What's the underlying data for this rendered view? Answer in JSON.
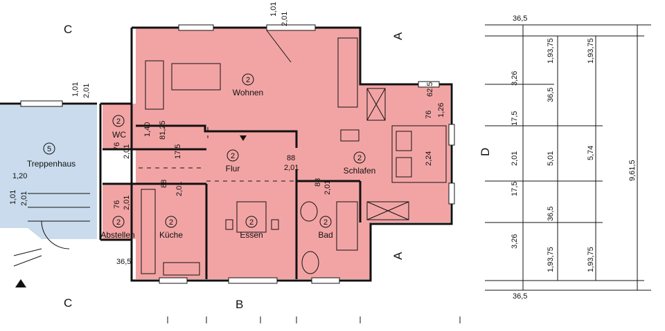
{
  "rooms": [
    {
      "id": "wohnen",
      "number": "2",
      "name": "Wohnen"
    },
    {
      "id": "wc",
      "number": "2",
      "name": "WC"
    },
    {
      "id": "treppenhaus",
      "number": "5",
      "name": "Treppenhaus"
    },
    {
      "id": "flur",
      "number": "2",
      "name": "Flur"
    },
    {
      "id": "schlafen",
      "number": "2",
      "name": "Schlafen"
    },
    {
      "id": "abstellen",
      "number": "2",
      "name": "Abstellen"
    },
    {
      "id": "kueche",
      "number": "2",
      "name": "Küche"
    },
    {
      "id": "essen",
      "number": "2",
      "name": "Essen"
    },
    {
      "id": "bad",
      "number": "2",
      "name": "Bad"
    }
  ],
  "section_markers": {
    "a": "A",
    "b": "B",
    "c": "C",
    "d": "D"
  },
  "openings": {
    "wohnen_window": [
      "1,01",
      "2,01"
    ],
    "treppe_window": [
      "1,01",
      "2,01"
    ],
    "flur_door": [
      "88",
      "2,01"
    ],
    "kueche_door": [
      "88",
      "2,01"
    ],
    "bad_door": [
      "88",
      "2,01"
    ],
    "wc_door": [
      "76",
      "2,01"
    ],
    "abst_door": [
      "76",
      "2,01"
    ],
    "stair_window": [
      "1,01",
      "2,01"
    ],
    "stair_width": "1,20"
  },
  "small_dims": {
    "wohnen_1": "1,40",
    "wohnen_2": "81,25",
    "schlafen_1": "76",
    "schlafen_2": "1,26",
    "schlafen_3": "62,5",
    "schlafen_4": "2,24",
    "wall_36": "36,5",
    "dim_175": "17,5"
  },
  "right_dims": {
    "col1": [
      "36,5",
      "3,26",
      "17,5",
      "2,01",
      "17,5",
      "3,26",
      "36,5"
    ],
    "col2": [
      "1,93,75",
      "36,5",
      "5,01",
      "36,5",
      "1,93,75"
    ],
    "col3": [
      "1,93,75",
      "5,74",
      "1,93,75"
    ],
    "col4": [
      "9,61,5"
    ]
  },
  "colors": {
    "apartment": "#f2a4a4",
    "stair": "#c9dbec",
    "line": "#111111"
  }
}
